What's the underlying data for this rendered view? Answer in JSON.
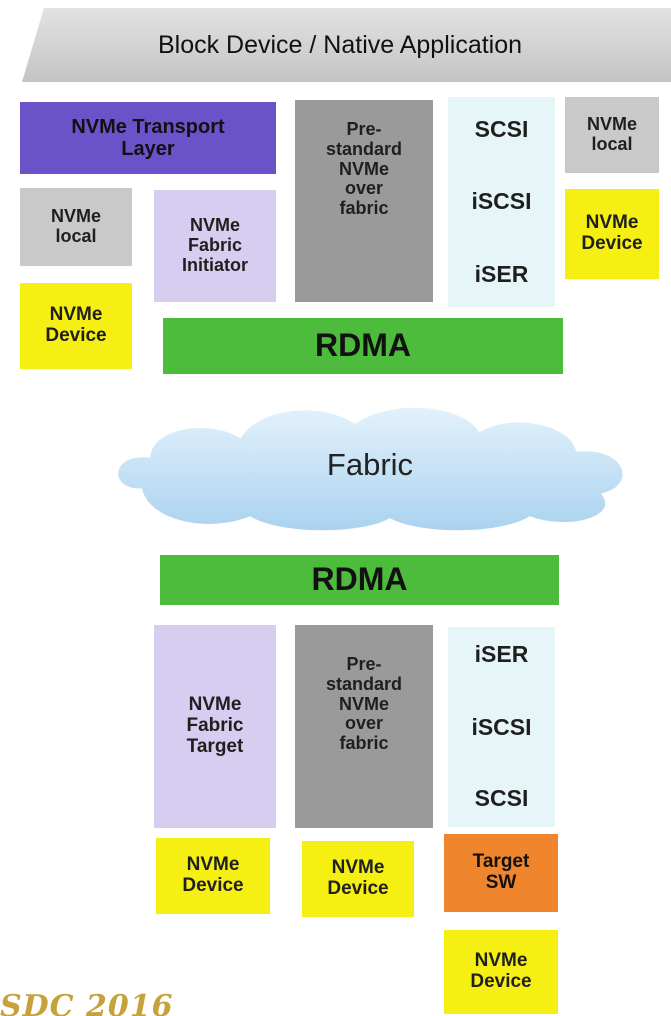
{
  "banner": {
    "label": "Block Device / Native Application"
  },
  "cloud": {
    "label": "Fabric"
  },
  "initiator": {
    "nvme_transport_layer": "NVMe Transport\nLayer",
    "prestandard": "Pre-\nstandard\nNVMe\nover\nfabric",
    "scsi": "SCSI",
    "iscsi": "iSCSI",
    "iser": "iSER",
    "nvme_local_right": "NVMe\nlocal",
    "nvme_device_right": "NVMe\nDevice",
    "nvme_local_left": "NVMe\nlocal",
    "nvme_fabric_initiator": "NVMe\nFabric\nInitiator",
    "nvme_device_left": "NVMe\nDevice",
    "rdma": "RDMA"
  },
  "target": {
    "rdma": "RDMA",
    "nvme_fabric_target": "NVMe\nFabric\nTarget",
    "prestandard": "Pre-\nstandard\nNVMe\nover\nfabric",
    "iser": "iSER",
    "iscsi": "iSCSI",
    "scsi": "SCSI",
    "nvme_device_1": "NVMe\nDevice",
    "nvme_device_2": "NVMe\nDevice",
    "target_sw": "Target\nSW",
    "nvme_device_3": "NVMe\nDevice"
  },
  "logo": {
    "text": "SDC 2016"
  },
  "colors": {
    "transport_layer": "#6a52c9",
    "fabric_initiator_target": "#d6cdf0",
    "prestandard": "#9a9a9a",
    "nvme_local": "#c9c9c9",
    "nvme_device": "#f6f012",
    "rdma": "#4dbb3c",
    "scsi_stack": "#e6f6f8",
    "target_sw": "#ef862e",
    "cloud": "#b9dcf3"
  }
}
